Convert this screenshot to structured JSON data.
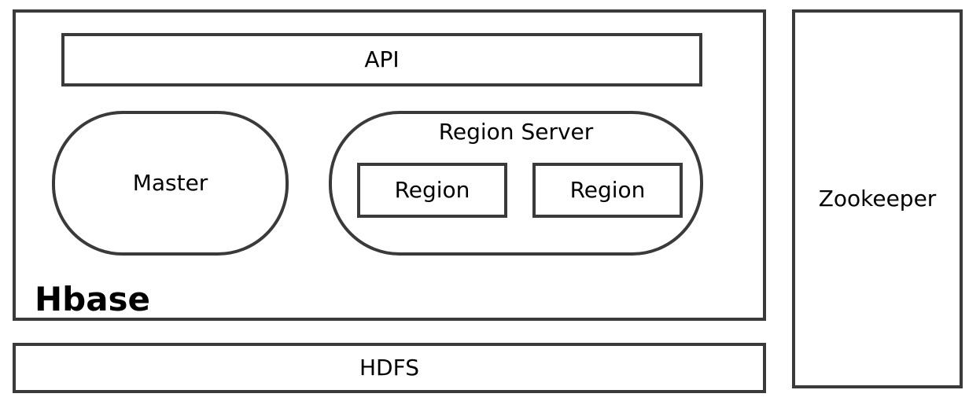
{
  "diagram": {
    "hbase": {
      "label": "Hbase"
    },
    "api": {
      "label": "API"
    },
    "master": {
      "label": "Master"
    },
    "region_server": {
      "label": "Region Server",
      "regions": [
        {
          "label": "Region"
        },
        {
          "label": "Region"
        }
      ]
    },
    "hdfs": {
      "label": "HDFS"
    },
    "zookeeper": {
      "label": "Zookeeper"
    }
  },
  "colors": {
    "stroke": "#3a3a3a",
    "background": "#ffffff",
    "text": "#000000"
  }
}
